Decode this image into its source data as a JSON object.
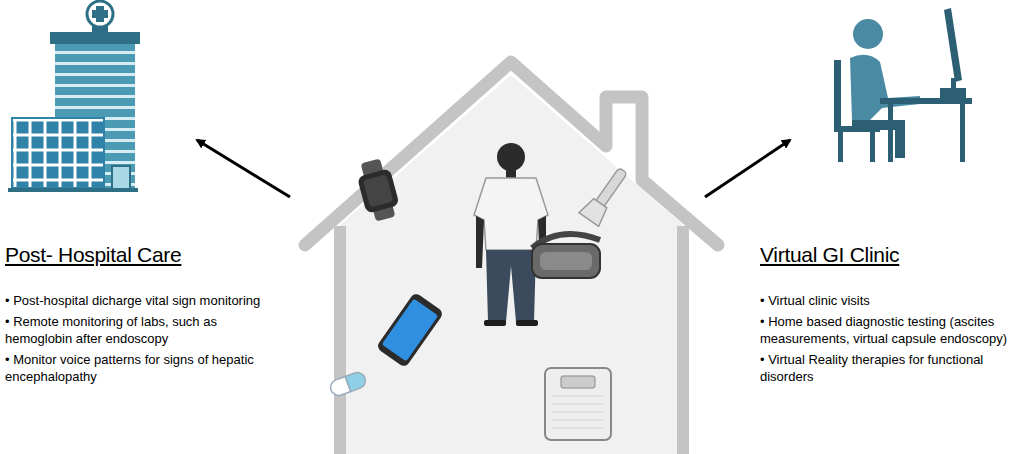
{
  "diagram": {
    "labels": [
      "Post- Hospital Care",
      "• Post-hospital dicharge vital sign monitoring",
      "• Remote monitoring of labs, such as hemoglobin after endoscopy",
      "• Monitor voice patterns for signs of hepatic encephalopathy",
      "Virtual GI Clinic",
      "• Virtual clinic visits",
      "• Home based diagnostic testing (ascites measurements, virtual capsule endoscopy)",
      "• Virtual Reality therapies for functional disorders"
    ]
  }
}
